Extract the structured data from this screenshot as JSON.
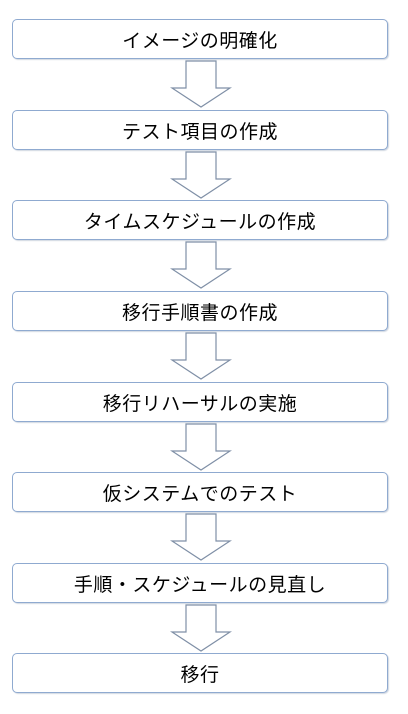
{
  "flowchart": {
    "steps": [
      {
        "label": "イメージの明確化"
      },
      {
        "label": "テスト項目の作成"
      },
      {
        "label": "タイムスケジュールの作成"
      },
      {
        "label": "移行手順書の作成"
      },
      {
        "label": "移行リハーサルの実施"
      },
      {
        "label": "仮システムでのテスト"
      },
      {
        "label": "手順・スケジュールの見直し"
      },
      {
        "label": "移行"
      }
    ]
  },
  "colors": {
    "box_border": "#8faad0",
    "arrow_stroke": "#7f8fa6",
    "arrow_fill": "#ffffff",
    "text": "#000000"
  }
}
